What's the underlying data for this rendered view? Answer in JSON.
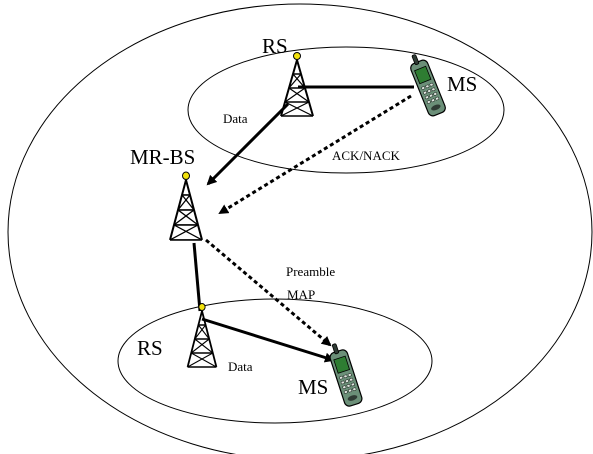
{
  "labels": {
    "rs_top": "RS",
    "ms_top": "MS",
    "mr_bs": "MR-BS",
    "data_top": "Data",
    "ack_nack": "ACK/NACK",
    "preamble": "Preamble",
    "map": "MAP",
    "rs_bottom": "RS",
    "data_bottom": "Data",
    "ms_bottom": "MS"
  },
  "colors": {
    "stroke": "#000000",
    "antenna_tip": "#f2e20c",
    "phone_body": "#6b8f78",
    "phone_screen": "#2e7d32"
  },
  "icons": [
    "tower-icon",
    "mobile-phone-icon"
  ]
}
